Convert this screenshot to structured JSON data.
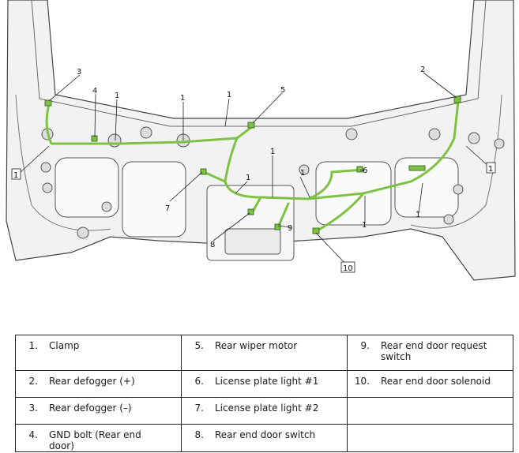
{
  "callouts": [
    {
      "id": "c1a",
      "text": "1"
    },
    {
      "id": "c1b",
      "text": "1"
    },
    {
      "id": "c1c",
      "text": "1"
    },
    {
      "id": "c1d",
      "text": "1"
    },
    {
      "id": "c1e",
      "text": "1"
    },
    {
      "id": "c1f",
      "text": "1"
    },
    {
      "id": "c1g",
      "text": "1"
    },
    {
      "id": "c1h",
      "text": "1"
    },
    {
      "id": "c1i",
      "text": "1"
    },
    {
      "id": "c1j",
      "text": "1"
    },
    {
      "id": "c2",
      "text": "2"
    },
    {
      "id": "c3",
      "text": "3"
    },
    {
      "id": "c4",
      "text": "4"
    },
    {
      "id": "c5",
      "text": "5"
    },
    {
      "id": "c6",
      "text": "6"
    },
    {
      "id": "c7",
      "text": "7"
    },
    {
      "id": "c8",
      "text": "8"
    },
    {
      "id": "c9",
      "text": "9"
    },
    {
      "id": "c10",
      "text": "10"
    }
  ],
  "legend": {
    "rows": [
      [
        {
          "num": "1.",
          "label": "Clamp"
        },
        {
          "num": "5.",
          "label": "Rear wiper motor"
        },
        {
          "num": "9.",
          "label": "Rear end door request switch"
        }
      ],
      [
        {
          "num": "2.",
          "label": "Rear defogger (+)"
        },
        {
          "num": "6.",
          "label": "License plate light #1"
        },
        {
          "num": "10.",
          "label": "Rear end door solenoid"
        }
      ],
      [
        {
          "num": "3.",
          "label": "Rear defogger (–)"
        },
        {
          "num": "7.",
          "label": "License plate light #2"
        },
        {
          "num": "",
          "label": ""
        }
      ],
      [
        {
          "num": "4.",
          "label": "GND bolt (Rear end door)"
        },
        {
          "num": "8.",
          "label": "Rear end door switch"
        },
        {
          "num": "",
          "label": ""
        }
      ]
    ]
  },
  "colors": {
    "harness": "#7dc242",
    "panel": "#f2f2f2",
    "outline": "#444444"
  }
}
